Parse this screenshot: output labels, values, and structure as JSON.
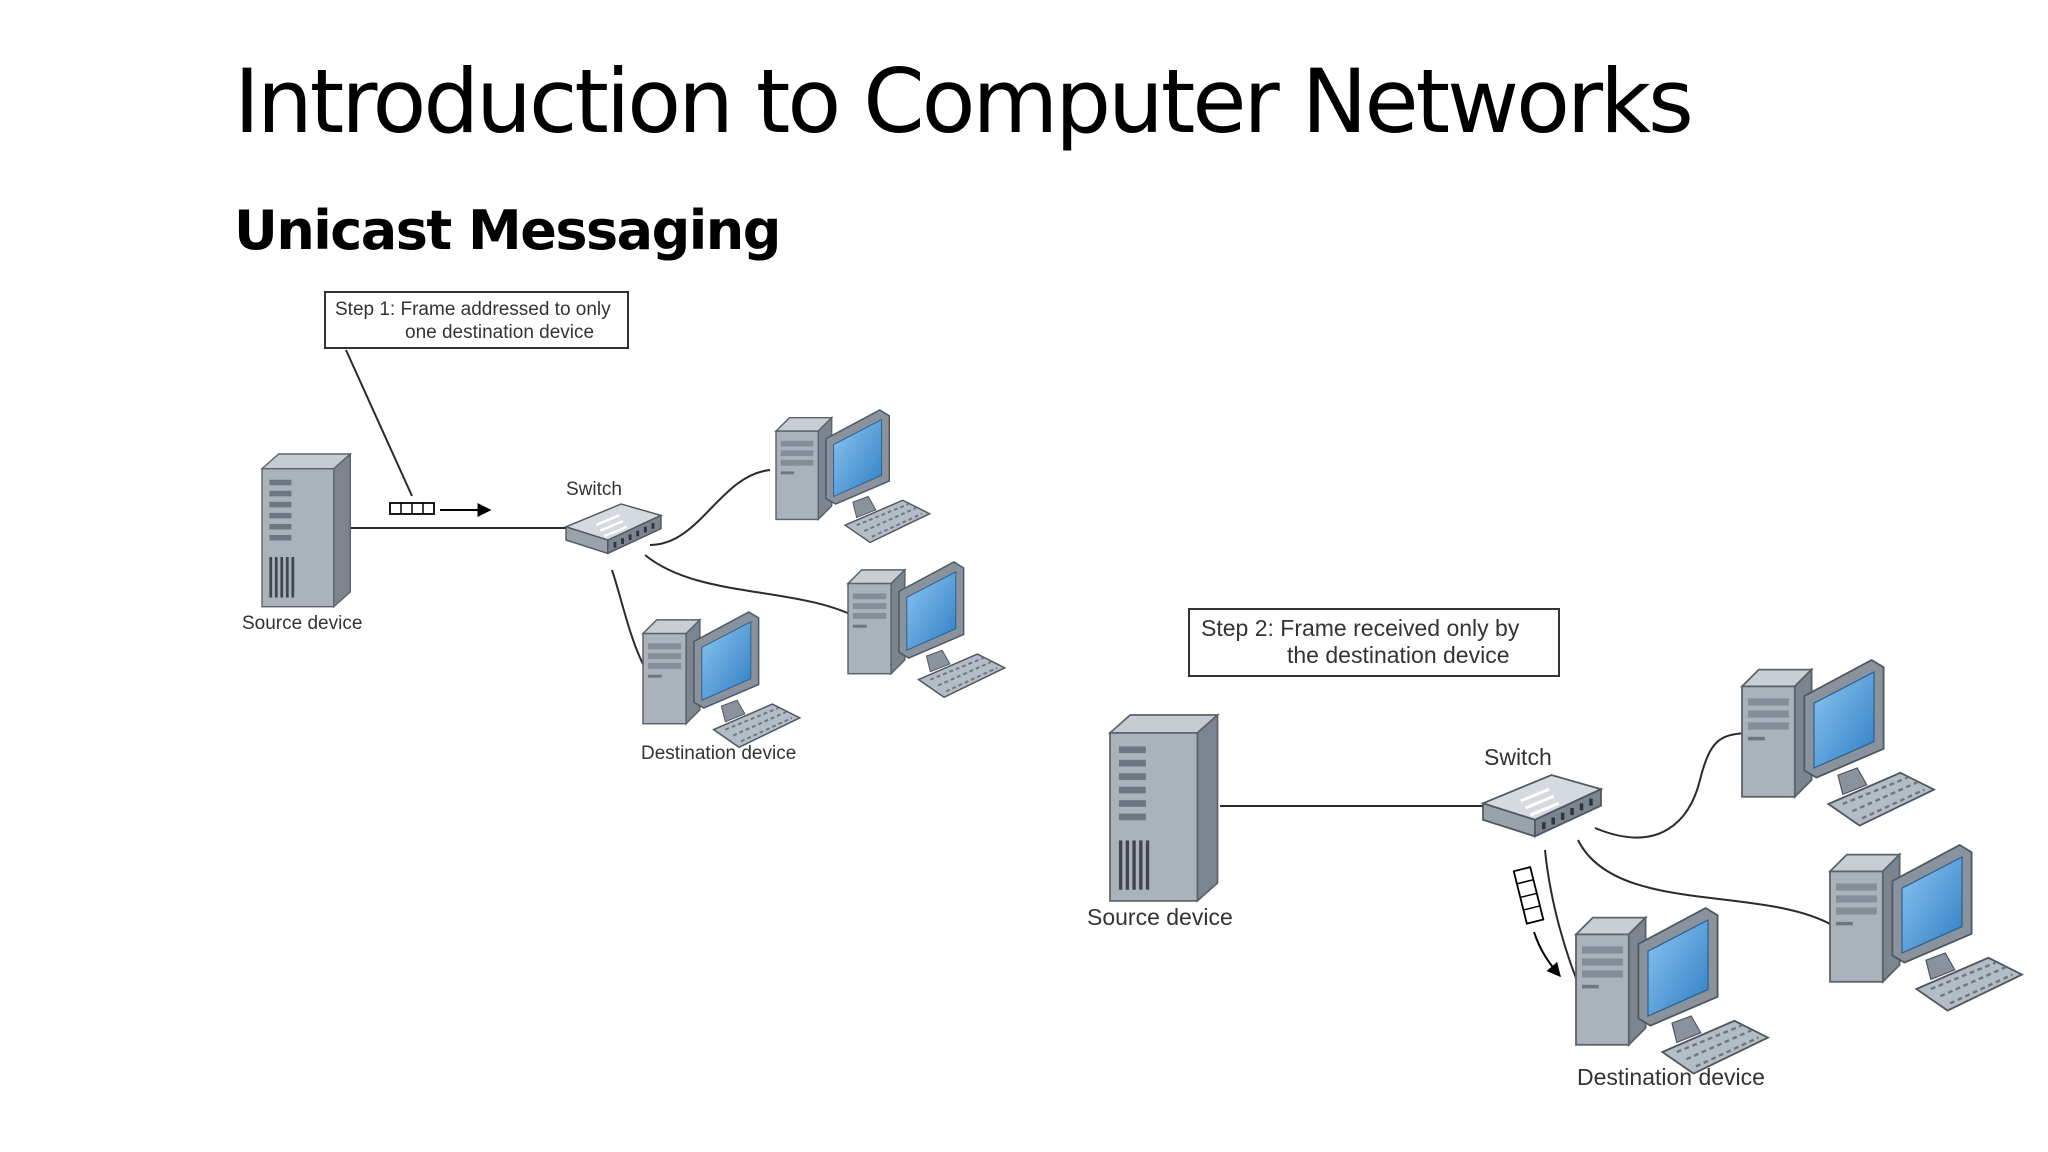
{
  "slide": {
    "title": "Introduction to Computer Networks",
    "subtitle": "Unicast Messaging"
  },
  "diagram_step1": {
    "callout_line1": "Step 1: Frame addressed to only",
    "callout_line2": "one destination device",
    "source_label": "Source device",
    "switch_label": "Switch",
    "destination_label": "Destination device"
  },
  "diagram_step2": {
    "callout_line1": "Step 2: Frame received only by",
    "callout_line2": "the destination device",
    "source_label": "Source device",
    "switch_label": "Switch",
    "destination_label": "Destination device"
  },
  "colors": {
    "server_body": "#a9b1bb",
    "server_dark": "#6d7680",
    "screen_blue": "#3f8fd2",
    "cable": "#2b2b2b"
  }
}
